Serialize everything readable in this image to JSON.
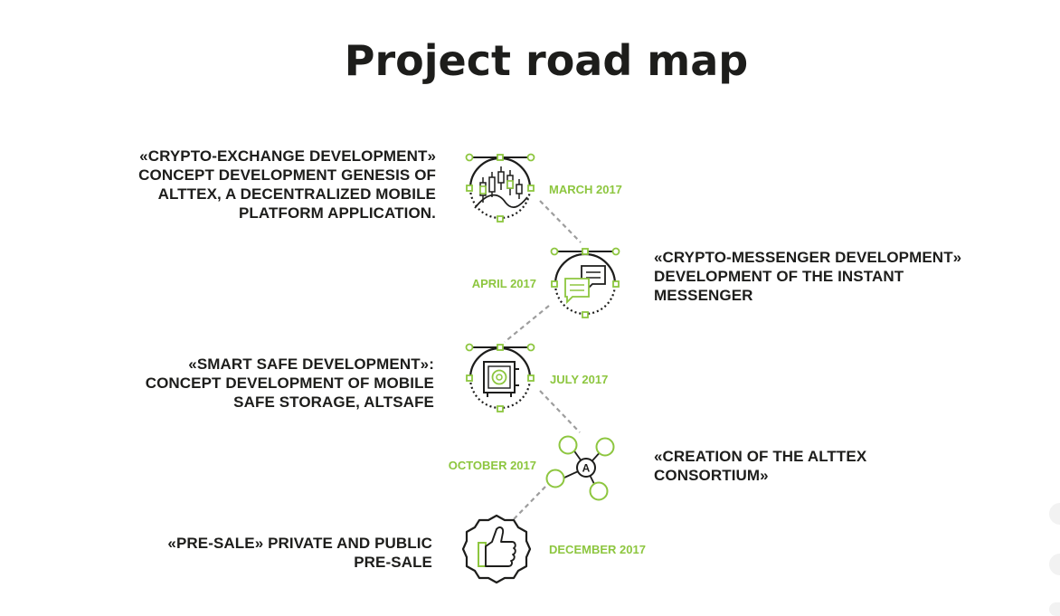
{
  "title": "Project road map",
  "colors": {
    "accent": "#8dc63f",
    "text": "#1d1d1b",
    "connector": "#9d9d9d"
  },
  "milestones": [
    {
      "date": "MARCH 2017",
      "description": "«CRYPTO-EXCHANGE DEVELOPMENT» CONCEPT DEVELOPMENT GENESIS OF ALTTEX, A DECENTRALIZED MOBILE PLATFORM APPLICATION.",
      "icon": "candlestick-chart-icon"
    },
    {
      "date": "APRIL 2017",
      "description": "«CRYPTO-MESSENGER DEVELOPMENT» DEVELOPMENT OF THE INSTANT MESSENGER",
      "icon": "chat-bubbles-icon"
    },
    {
      "date": "JULY 2017",
      "description": "«SMART SAFE DEVELOPMENT»: CONCEPT DEVELOPMENT OF MOBILE SAFE STORAGE, ALTSAFE",
      "icon": "safe-icon"
    },
    {
      "date": "OCTOBER 2017",
      "description": "«CREATION OF THE ALTTEX CONSORTIUM»",
      "icon": "network-nodes-icon"
    },
    {
      "date": "DECEMBER 2017",
      "description": "«PRE-SALE» PRIVATE AND PUBLIC PRE-SALE",
      "icon": "thumbs-up-icon"
    }
  ]
}
